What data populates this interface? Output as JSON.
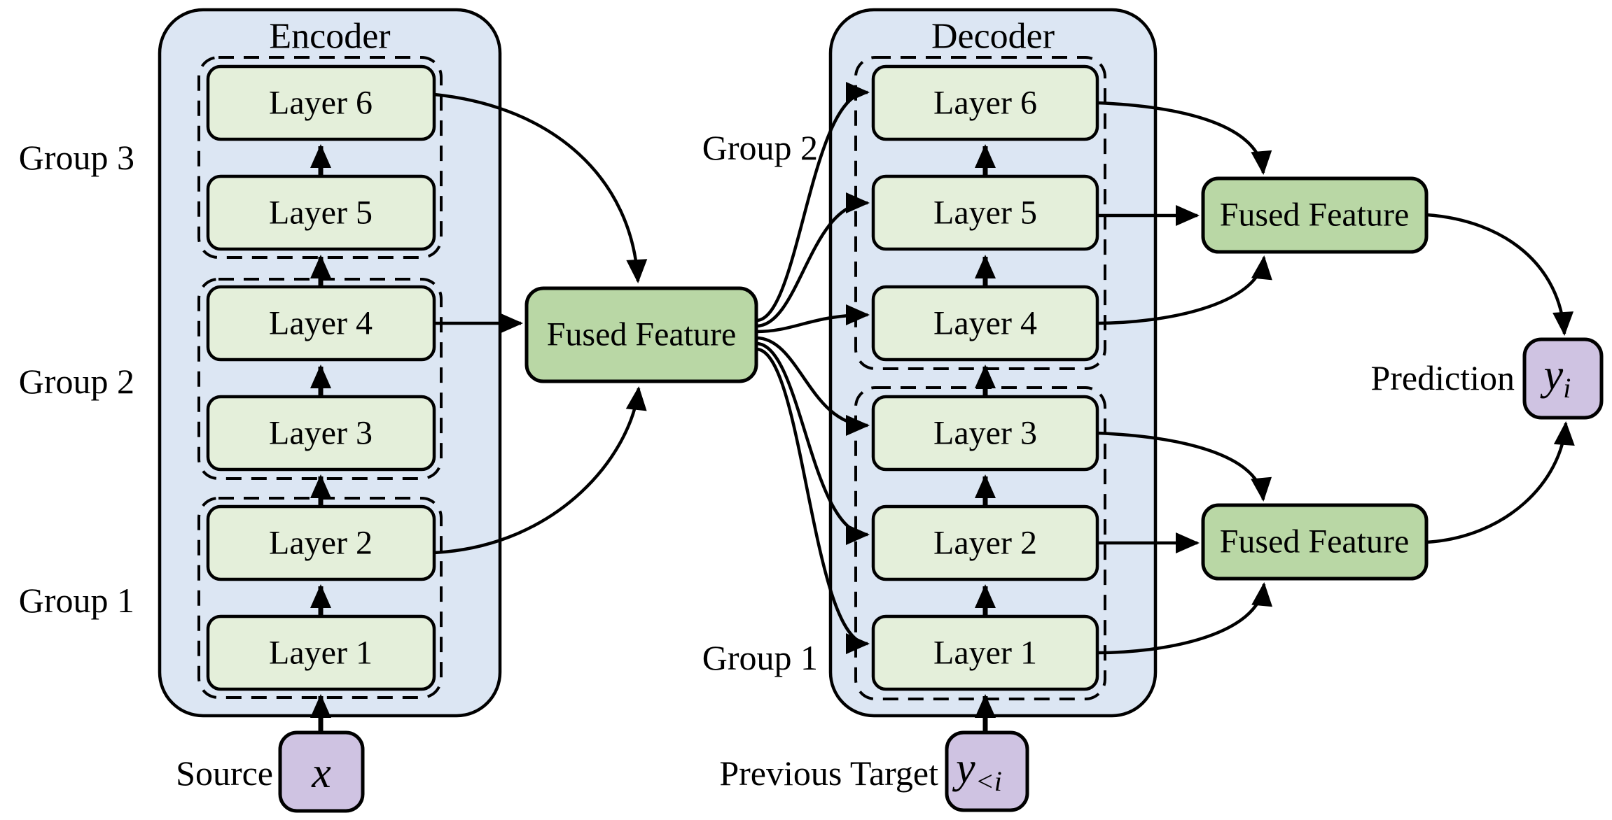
{
  "figure": {
    "type": "encoder-decoder architecture diagram with grouped layers and fused features"
  },
  "encoder": {
    "title": "Encoder",
    "group_labels": [
      "Group 3",
      "Group 2",
      "Group 1"
    ],
    "layers": [
      "Layer 6",
      "Layer 5",
      "Layer 4",
      "Layer 3",
      "Layer 2",
      "Layer 1"
    ]
  },
  "decoder": {
    "title": "Decoder",
    "group_labels": [
      "Group 2",
      "Group 1"
    ],
    "layers": [
      "Layer 6",
      "Layer 5",
      "Layer 4",
      "Layer 3",
      "Layer 2",
      "Layer 1"
    ]
  },
  "fused": {
    "label": "Fused Feature"
  },
  "io": {
    "source_label": "Source",
    "source_symbol": "x",
    "previous_target_label": "Previous Target",
    "previous_target_base": "y",
    "previous_target_sub": "<i",
    "prediction_label": "Prediction",
    "prediction_base": "y",
    "prediction_sub": "i"
  },
  "colors": {
    "container": "#dce6f3",
    "layer_box": "#e4efda",
    "fused_box": "#b9d7a5",
    "io_box": "#cfc3e2",
    "outline": "#000000"
  }
}
